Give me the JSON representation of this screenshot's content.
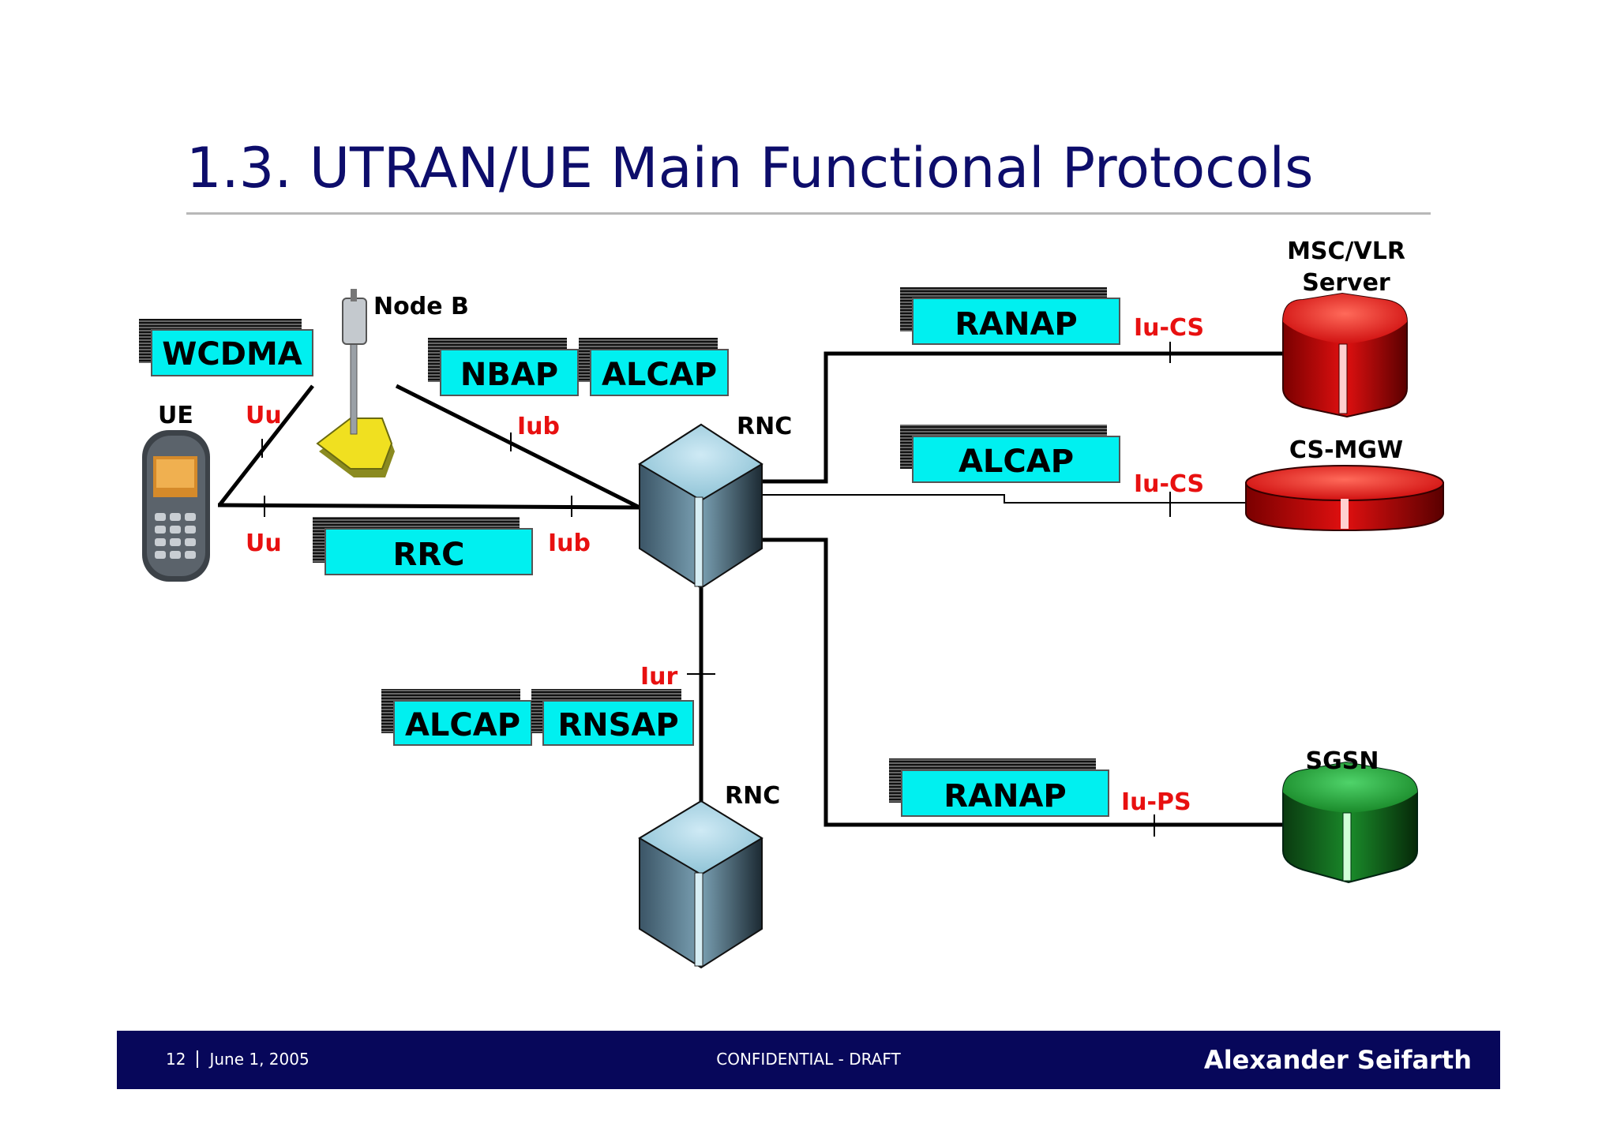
{
  "page": {
    "title": "1.3. UTRAN/UE Main Functional Protocols"
  },
  "nodes": {
    "ue": "UE",
    "nodeb": "Node B",
    "rnc1": "RNC",
    "rnc2": "RNC",
    "msc_line1": "MSC/VLR",
    "msc_line2": "Server",
    "csmgw": "CS-MGW",
    "sgsn": "SGSN"
  },
  "protocols": {
    "wcdma": "WCDMA",
    "nbap": "NBAP",
    "alcap_iub": "ALCAP",
    "rrc": "RRC",
    "ranap_cs": "RANAP",
    "alcap_cs": "ALCAP",
    "alcap_iur": "ALCAP",
    "rnsap": "RNSAP",
    "ranap_ps": "RANAP"
  },
  "interfaces": {
    "uu_top": "Uu",
    "uu_bottom": "Uu",
    "iub_top": "Iub",
    "iub_bottom": "Iub",
    "iucs_1": "Iu-CS",
    "iucs_2": "Iu-CS",
    "iups": "Iu-PS",
    "iur": "Iur"
  },
  "colors": {
    "title": "#0d0d6b",
    "protocol_box": "#00f0f0",
    "interface_label": "#e81010",
    "rnc": "#8fc3d6",
    "msc": "#e01010",
    "csmgw": "#e01010",
    "sgsn": "#1a8a2a",
    "footer": "#07075a"
  },
  "footer": {
    "page_number": "12",
    "date": "June 1, 2005",
    "classification": "CONFIDENTIAL - DRAFT",
    "author": "Alexander Seifarth"
  }
}
